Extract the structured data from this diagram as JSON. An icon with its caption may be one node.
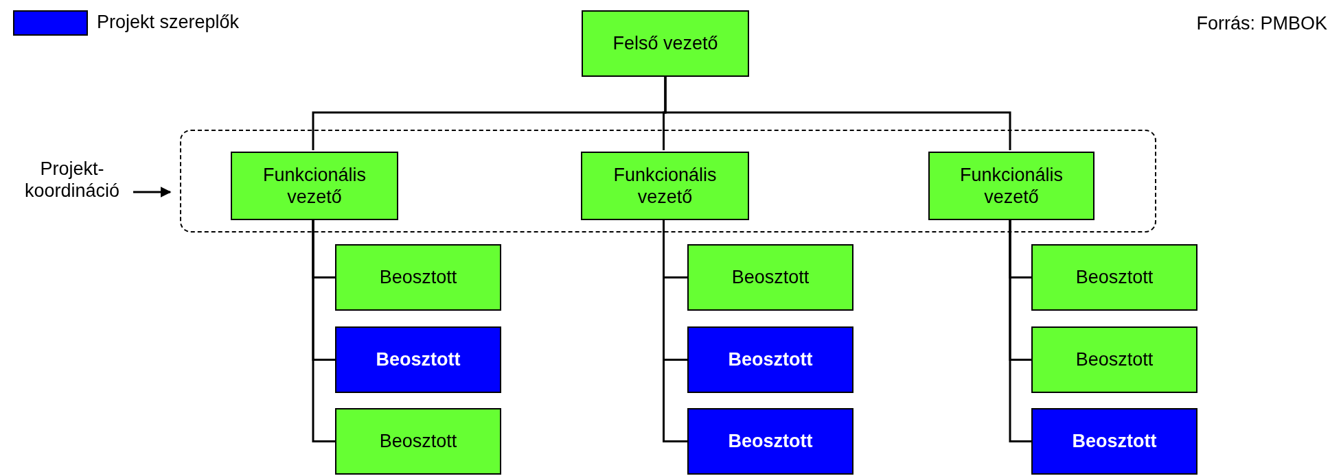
{
  "diagram": {
    "nodes": [
      {
        "text": [
          "Felső vezető"
        ]
      },
      {
        "text": [
          "Projekt- koordináció"
        ]
      },
      {
        "text": [],
        "shape": "box"
      },
      {
        "text": [
          "Funkcionális vezető"
        ],
        "in": 2
      },
      {
        "text": [
          "Funkcionális vezető"
        ],
        "in": 2
      },
      {
        "text": [
          "Funkcionális vezető"
        ],
        "in": 2
      },
      {
        "text": [
          "Beosztott"
        ]
      },
      {
        "text": [
          "Beosztott"
        ]
      },
      {
        "text": [
          "Beosztott"
        ]
      },
      {
        "text": [
          "Beosztott"
        ]
      },
      {
        "text": [
          "Beosztott"
        ]
      },
      {
        "text": [
          "Beosztott"
        ]
      },
      {
        "text": [
          "Beosztott"
        ]
      },
      {
        "text": [
          "Beosztott"
        ]
      },
      {
        "text": [
          "Beosztott"
        ]
      }
    ],
    "edges": [
      {
        "from": 0,
        "to": 3,
        "arrow": "none"
      },
      {
        "from": 0,
        "to": 4,
        "arrow": "none"
      },
      {
        "from": 0,
        "to": 5,
        "arrow": "none"
      },
      {
        "from": 1,
        "to": 2,
        "arrow": "to"
      },
      {
        "from": 3,
        "to": 6,
        "arrow": "none"
      },
      {
        "from": 3,
        "to": 7,
        "arrow": "none"
      },
      {
        "from": 3,
        "to": 8,
        "arrow": "none"
      },
      {
        "from": 4,
        "to": 9,
        "arrow": "none"
      },
      {
        "from": 4,
        "to": 10,
        "arrow": "none"
      },
      {
        "from": 4,
        "to": 11,
        "arrow": "none"
      },
      {
        "from": 5,
        "to": 12,
        "arrow": "none"
      },
      {
        "from": 5,
        "to": 13,
        "arrow": "none"
      },
      {
        "from": 5,
        "to": 14,
        "arrow": "none"
      }
    ],
    "labels": [
      "Forrás: PMBOK"
    ],
    "legend": [
      {
        "text": "Projekt szereplők",
        "color": "#0000ff"
      }
    ]
  }
}
